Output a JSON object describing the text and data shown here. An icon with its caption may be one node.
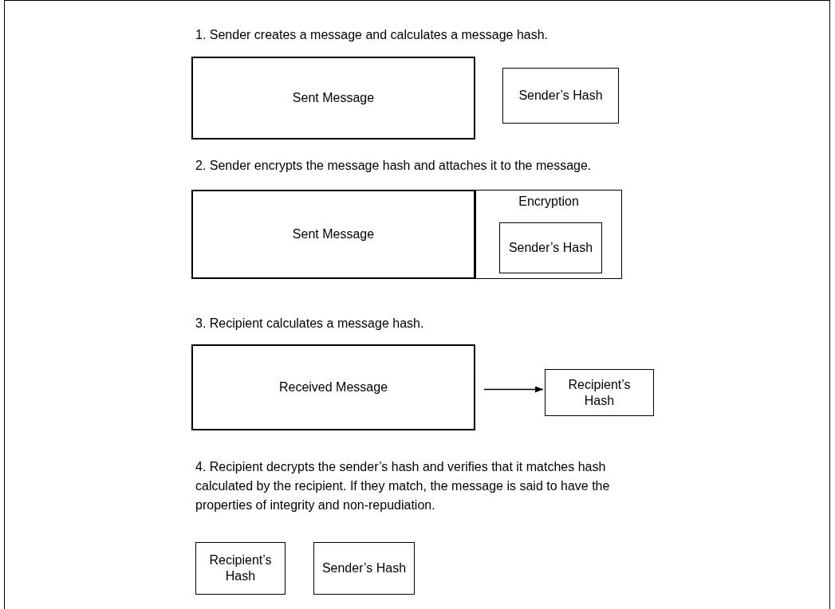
{
  "diagram": {
    "nodes": [
      {
        "text": [
          "Sent Message"
        ]
      },
      {
        "text": [
          "Sender’s Hash"
        ]
      },
      {
        "text": [
          "Sent Message"
        ]
      },
      {
        "text": [
          "Encryption"
        ]
      },
      {
        "text": [
          "Sender’s Hash"
        ],
        "in": 3
      },
      {
        "text": [
          "Received Message"
        ]
      },
      {
        "text": [
          "Recipient’s Hash"
        ]
      },
      {
        "text": [
          "Recipient’s Hash"
        ]
      },
      {
        "text": [
          "Sender’s Hash"
        ]
      }
    ],
    "edges": [
      {
        "from": 5,
        "to": 6,
        "arrow": "to"
      }
    ],
    "labels": [
      "1. Sender creates a message and calculates a message hash.",
      "2. Sender encrypts the message hash and attaches it to the message.",
      "3. Recipient calculates a message hash.",
      "4. Recipient decrypts the sender’s hash and verifies that it matches hash calculated by the recipient. If they match, the message is said to have the properties of integrity and non-repudiation."
    ]
  }
}
